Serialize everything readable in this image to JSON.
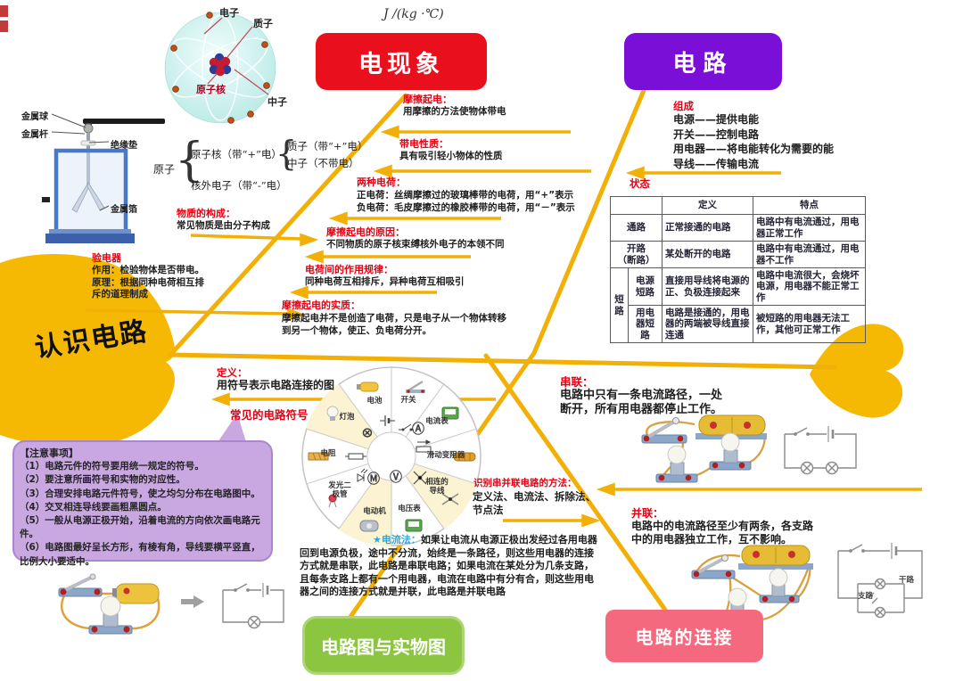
{
  "main_title": "认识电路",
  "unit_label": "J /(kg ·℃)",
  "nodes": {
    "electric_phenomena": "电现象",
    "circuit": "电路",
    "circuit_diagram": "电路图与实物图",
    "circuit_connection": "电路的连接"
  },
  "atom_figure": {
    "electron": "电子",
    "proton": "质子",
    "nucleus": "原子核",
    "neutron": "中子"
  },
  "electroscope_figure": {
    "ball": "金属球",
    "rod": "金属杆",
    "insulating_pad": "绝缘垫",
    "foil": "金属箔"
  },
  "atom_tree": {
    "root": "原子",
    "nucleus": "原子核（带“+”电）",
    "proton": "质子（带“+”电）",
    "neutron": "中子（不带电）",
    "outer_electron": "核外电子（带“-”电）"
  },
  "branches": {
    "matter": {
      "title": "物质的构成：",
      "body": "常见物质是由分子构成"
    },
    "electroscope": {
      "title": "验电器",
      "body": "作用：检验物体是否带电。\n原理：根据同种电荷相互排\n斥的道理制成"
    },
    "friction": {
      "title": "摩擦起电：",
      "body": "用摩擦的方法使物体带电"
    },
    "property": {
      "title": "带电性质：",
      "body": "具有吸引轻小物体的性质"
    },
    "two_charges": {
      "title": "两种电荷：",
      "body": "正电荷：丝绸摩擦过的玻璃棒带的电荷，用“+”表示\n负电荷：毛皮摩擦过的橡胶棒带的电荷，用“－”表示"
    },
    "friction_reason": {
      "title": "摩擦起电的原因：",
      "body": "不同物质的原子核束缚核外电子的本领不同"
    },
    "charge_law": {
      "title": "电荷间的作用规律：",
      "body": "同种电荷互相排斥，异种电荷互相吸引"
    },
    "friction_essence": {
      "title": "摩擦起电的实质：",
      "body": "摩擦起电并不是创造了电荷，只是电子从一个物体转移\n到另一个物体，使正、负电荷分开。"
    },
    "composition": {
      "title": "组成",
      "body": "电源——提供电能\n开关——控制电路\n用电器——将电能转化为需要的能\n导线——传输电流"
    },
    "state": {
      "title": "状态"
    },
    "definition": {
      "title": "定义：",
      "body": "用符号表示电路连接的图"
    },
    "symbols": {
      "title": "常见的电路符号"
    },
    "series": {
      "title": "串联：",
      "body": "电路中只有一条电流路径，一处\n断开，所有用电器都停止工作。"
    },
    "parallel": {
      "title": "并联：",
      "body": "电路中的电流路径至少有两条，各支路\n中的用电器独立工作，互不影响。"
    },
    "identify": {
      "title": "识别串并联电路的方法：",
      "body": "定义法、电流法、拆除法、\n节点法"
    },
    "current_method": {
      "title": "★电流法：",
      "body": "如果让电流从电源正极出发经过各用电器回到电源负极，途中不分流，始终是一条路径，则这些用电器的连接方式就是串联，此电路是串联电路；如果电流在某处分为几条支路，且每条支路上都有一个用电器，电流在电路中有分有合，则这些用电器之间的连接方式就是并联，此电路是并联电路"
    }
  },
  "state_table": {
    "col_def": "定义",
    "col_feat": "特点",
    "rows": {
      "closed": {
        "name": "通路",
        "definition": "正常接通的电路",
        "feature": "电路中有电流通过，用电器正常工作"
      },
      "open": {
        "name": "开路\n（断路）",
        "definition": "某处断开的电路",
        "feature": "电路中有电流通过，用电器不工作"
      },
      "short_group": "短路",
      "source_short": {
        "name": "电源\n短路",
        "definition": "直接用导线将电源的正、负极连接起来",
        "feature": "电路中电流很大，会烧坏电源，用电器不能正常工作"
      },
      "appliance_short": {
        "name": "用电\n器短\n路",
        "definition": "电路是接通的，用电器的两端被导线直接连通",
        "feature": "被短路的用电器无法工作，其他可正常工作"
      }
    }
  },
  "symbol_wheel": {
    "labels": [
      "电池",
      "开关",
      "电流表",
      "滑动变阻器",
      "相连的\n导线",
      "电压表",
      "电动机",
      "发光二\n极管",
      "电阻",
      "灯泡"
    ],
    "meter_a": "Ⓐ",
    "meter_v": "Ⓥ",
    "motor_m": "Ⓜ",
    "lamp_sym": "⊗"
  },
  "notes": {
    "title": "【注意事项】",
    "items": [
      "（1）电路元件的符号要用统一规定的符号。",
      "（2）要注意所画符号和实物的对应性。",
      "（3）合理安排电路元件符号，使之均匀分布在电路图中。",
      "（4）交叉相连导线要画粗黑圆点。",
      "（5）一般从电源正极开始，沿着电流的方向依次画电路元件。",
      "（6）电路图最好呈长方形，有棱有角，导线要横平竖直，比例大小要适中。"
    ]
  },
  "schematic_labels": {
    "trunk": "干路",
    "branch": "支路"
  }
}
